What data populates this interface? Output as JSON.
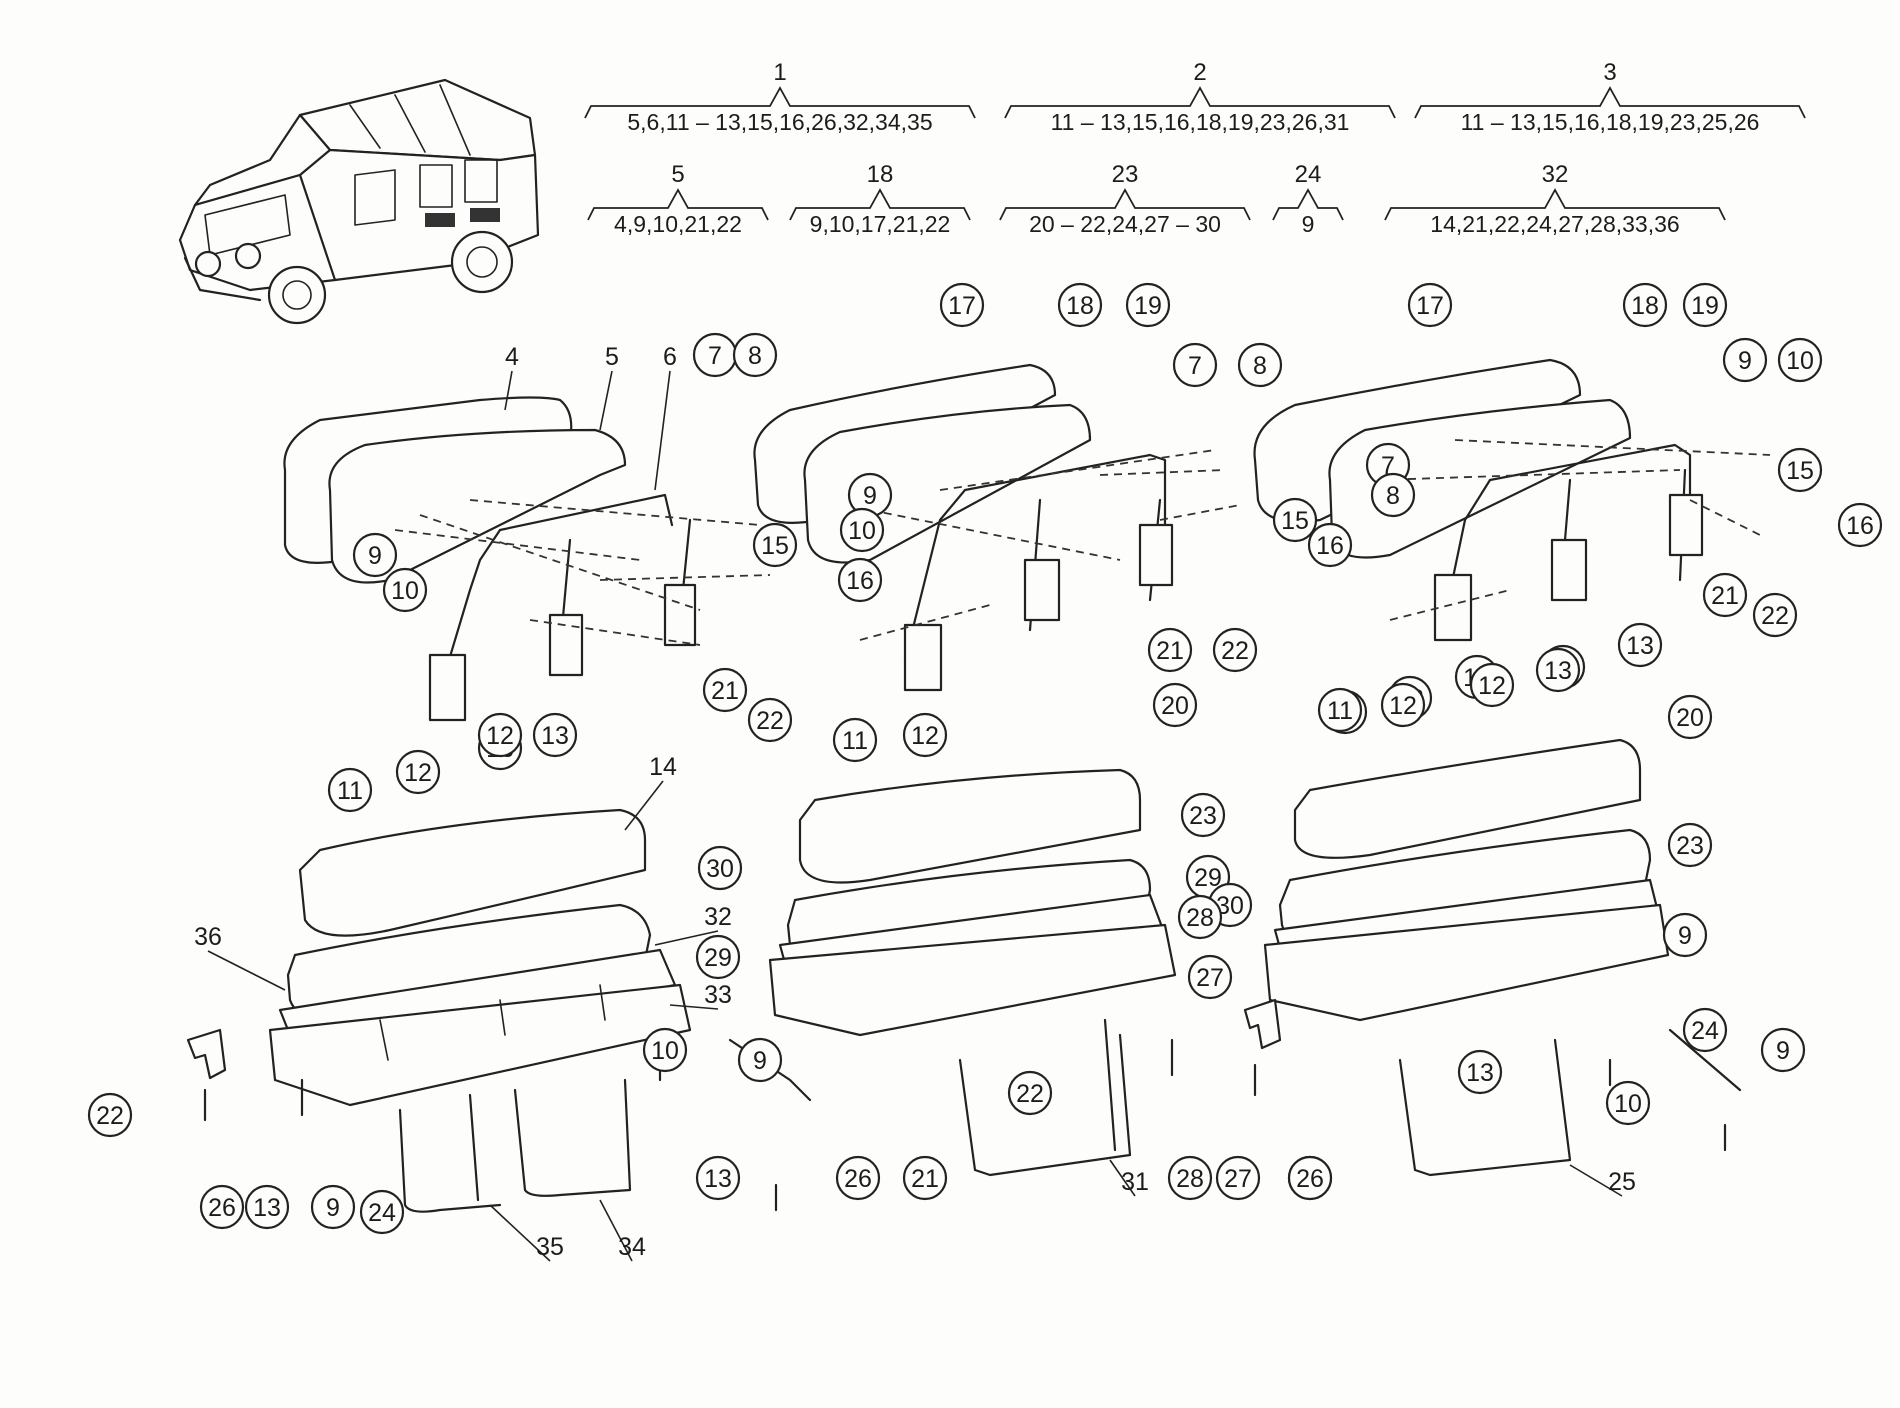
{
  "assembly_groups": [
    {
      "part": "1",
      "includes": "5,6,11 – 13,15,16,26,32,34,35"
    },
    {
      "part": "2",
      "includes": "11 – 13,15,16,18,19,23,26,31"
    },
    {
      "part": "3",
      "includes": "11 – 13,15,16,18,19,23,25,26"
    },
    {
      "part": "5",
      "includes": "4,9,10,21,22"
    },
    {
      "part": "18",
      "includes": "9,10,17,21,22"
    },
    {
      "part": "23",
      "includes": "20 – 22,24,27 – 30"
    },
    {
      "part": "24",
      "includes": "9"
    },
    {
      "part": "32",
      "includes": "14,21,22,24,27,28,33,36"
    }
  ],
  "circled_callouts": [
    "7",
    "8",
    "9",
    "10",
    "15",
    "16",
    "21",
    "22",
    "11",
    "12",
    "13",
    "12",
    "13",
    "11",
    "12",
    "17",
    "18",
    "19",
    "9",
    "10",
    "7",
    "8",
    "15",
    "16",
    "21",
    "22",
    "11",
    "12",
    "13",
    "12",
    "13",
    "17",
    "18",
    "19",
    "7",
    "8",
    "9",
    "10",
    "15",
    "16",
    "21",
    "22",
    "11",
    "12",
    "12",
    "13",
    "20",
    "20",
    "23",
    "23",
    "30",
    "29",
    "30",
    "29",
    "28",
    "27",
    "21",
    "22",
    "26",
    "13",
    "9",
    "24",
    "10",
    "9",
    "13",
    "26",
    "22",
    "21",
    "28",
    "27",
    "26",
    "13",
    "9",
    "24",
    "10",
    "9"
  ],
  "plain_labels": [
    "4",
    "5",
    "6",
    "14",
    "36",
    "32",
    "33",
    "35",
    "34",
    "31",
    "25"
  ]
}
